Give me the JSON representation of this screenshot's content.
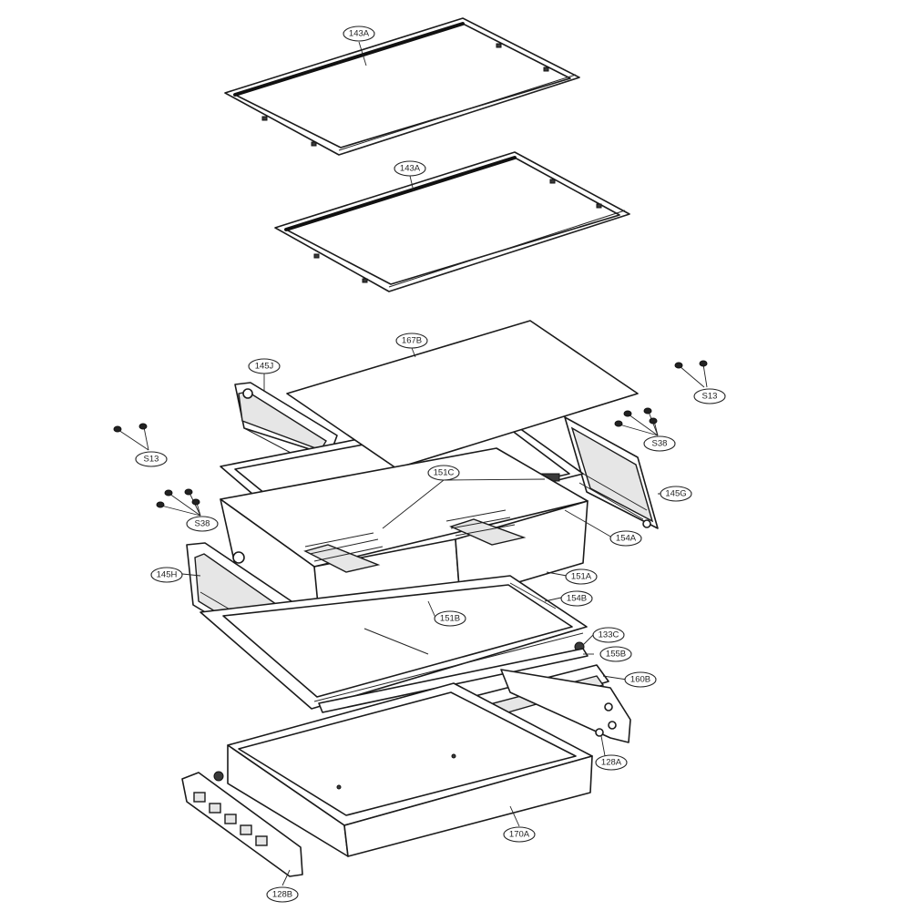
{
  "callouts": {
    "c143a_top": "143A",
    "c143a_mid": "143A",
    "c167b": "167B",
    "c145j": "145J",
    "s13_right": "S13",
    "s38_right": "S38",
    "s13_left": "S13",
    "s38_left": "S38",
    "c151c": "151C",
    "c145g": "145G",
    "c154a": "154A",
    "c145h": "145H",
    "c151a": "151A",
    "c154b": "154B",
    "c151b": "151B",
    "c133c": "133C",
    "c155b": "155B",
    "c160b": "160B",
    "c128a": "128A",
    "c170a": "170A",
    "c128b": "128B"
  },
  "colors": {
    "line": "#1a1a1a",
    "shade": "#e6e6e6",
    "dark": "#3a3a3a",
    "background": "#ffffff"
  }
}
